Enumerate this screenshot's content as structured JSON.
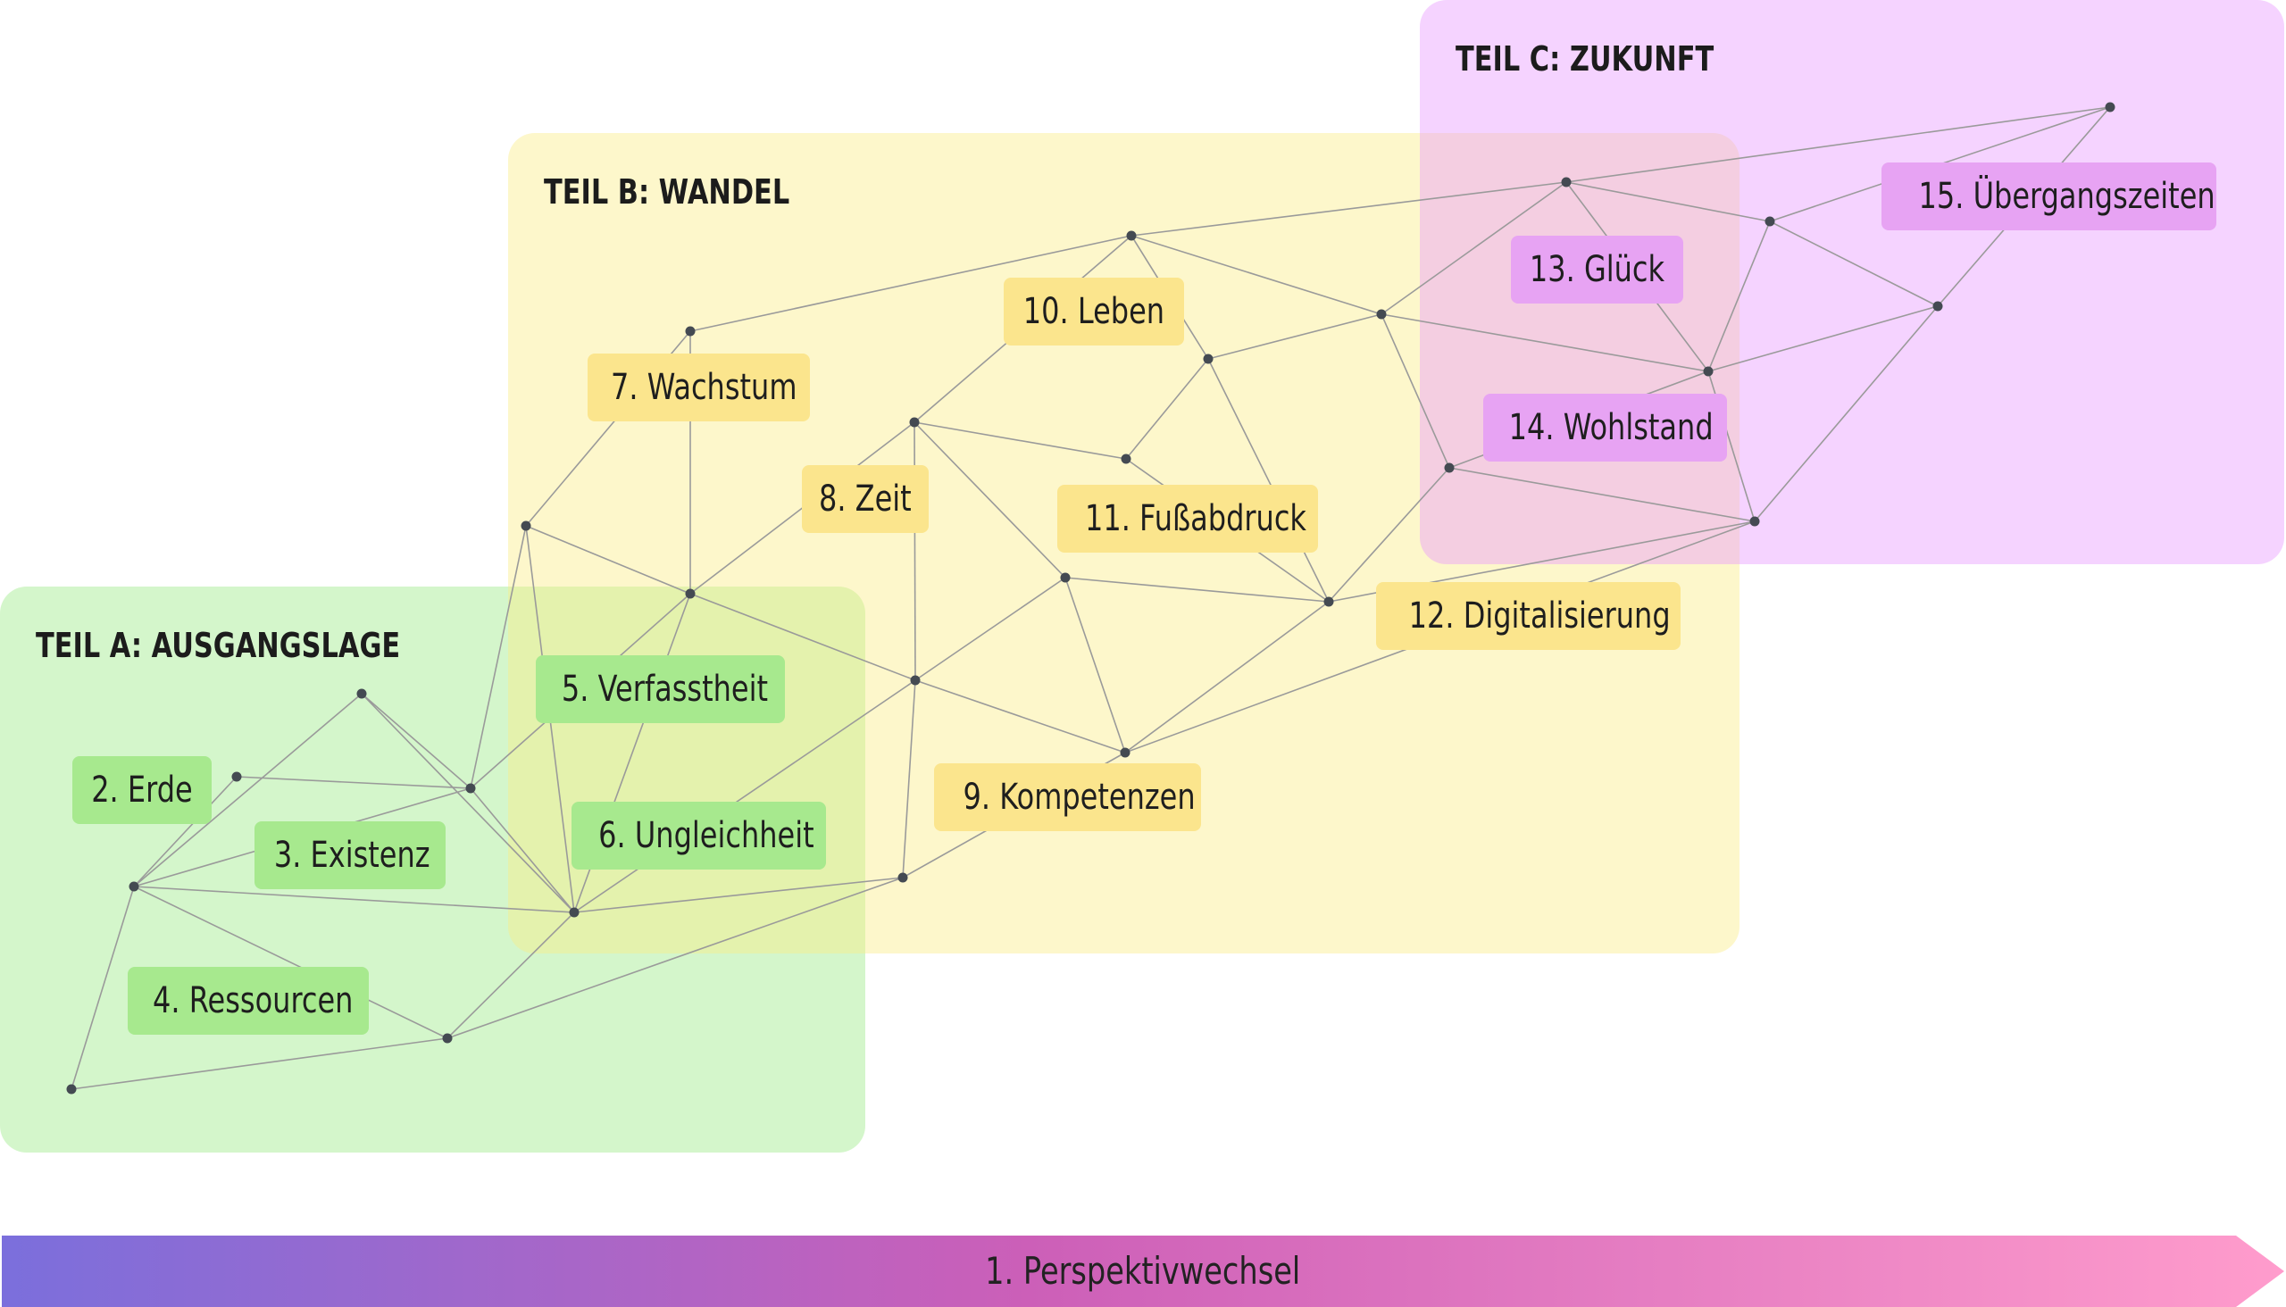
{
  "regions": {
    "a": {
      "title": "TEIL A: AUSGANGSLAGE",
      "color": "#a0eb8c"
    },
    "b": {
      "title": "TEIL B: WANDEL",
      "color": "#faec82"
    },
    "c": {
      "title": "TEIL C: ZUKUNFT",
      "color": "#e896ff"
    }
  },
  "labels": [
    {
      "id": "erde",
      "text": "2. Erde",
      "part": "a"
    },
    {
      "id": "existenz",
      "text": "3. Existenz",
      "part": "a"
    },
    {
      "id": "ressourcen",
      "text": "4. Ressourcen",
      "part": "a"
    },
    {
      "id": "verfasstheit",
      "text": "5. Verfasstheit",
      "part": "a"
    },
    {
      "id": "ungleichheit",
      "text": "6. Ungleichheit",
      "part": "a"
    },
    {
      "id": "wachstum",
      "text": "7. Wachstum",
      "part": "b"
    },
    {
      "id": "zeit",
      "text": "8. Zeit",
      "part": "b"
    },
    {
      "id": "kompetenzen",
      "text": "9. Kompetenzen",
      "part": "b"
    },
    {
      "id": "leben",
      "text": "10. Leben",
      "part": "b"
    },
    {
      "id": "fussabdruck",
      "text": "11. Fußabdruck",
      "part": "b"
    },
    {
      "id": "digitalisierung",
      "text": "12. Digitalisierung",
      "part": "b"
    },
    {
      "id": "glueck",
      "text": "13. Glück",
      "part": "c"
    },
    {
      "id": "wohlstand",
      "text": "14. Wohlstand",
      "part": "c"
    },
    {
      "id": "uebergangszeiten",
      "text": "15. Übergangszeiten",
      "part": "c"
    }
  ],
  "arrow": {
    "label": "1. Perspektivwechsel",
    "gradient_start": "#7b6fdc",
    "gradient_mid": "#cc5fb8",
    "gradient_end": "#ff9ccc"
  },
  "network": {
    "line_color": "#9a9a9a",
    "node_color": "#444a52"
  }
}
